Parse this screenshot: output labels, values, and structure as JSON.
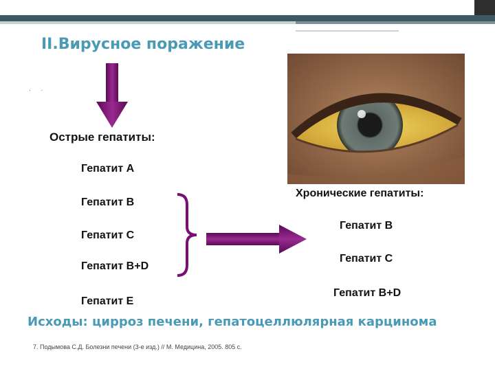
{
  "slide": {
    "title": "II.Вирусное поражение",
    "dot_marks": ". .",
    "acute": {
      "heading": "Острые гепатиты:",
      "items": [
        "Гепатит А",
        "Гепатит В",
        "Гепатит С",
        "Гепатит В+D",
        "Гепатит Е"
      ]
    },
    "chronic": {
      "heading": "Хронические гепатиты:",
      "items": [
        "Гепатит В",
        "Гепатит С",
        "Гепатит В+D"
      ]
    },
    "outcomes": "Исходы: цирроз печени, гепатоцеллюлярная карцинома",
    "reference": "7. Подымова С.Д. Болезни печени (3-е изд.) // М. Медицина, 2005. 805 с."
  },
  "colors": {
    "title": "#4a9ab5",
    "arrow": "#7a0f73",
    "bracket": "#7a0f73",
    "top_bar": "#3d5a63",
    "sclera_yellow": "#e8c64a",
    "iris": "#5f6b68"
  },
  "image": {
    "subject": "eye-with-jaundice"
  }
}
